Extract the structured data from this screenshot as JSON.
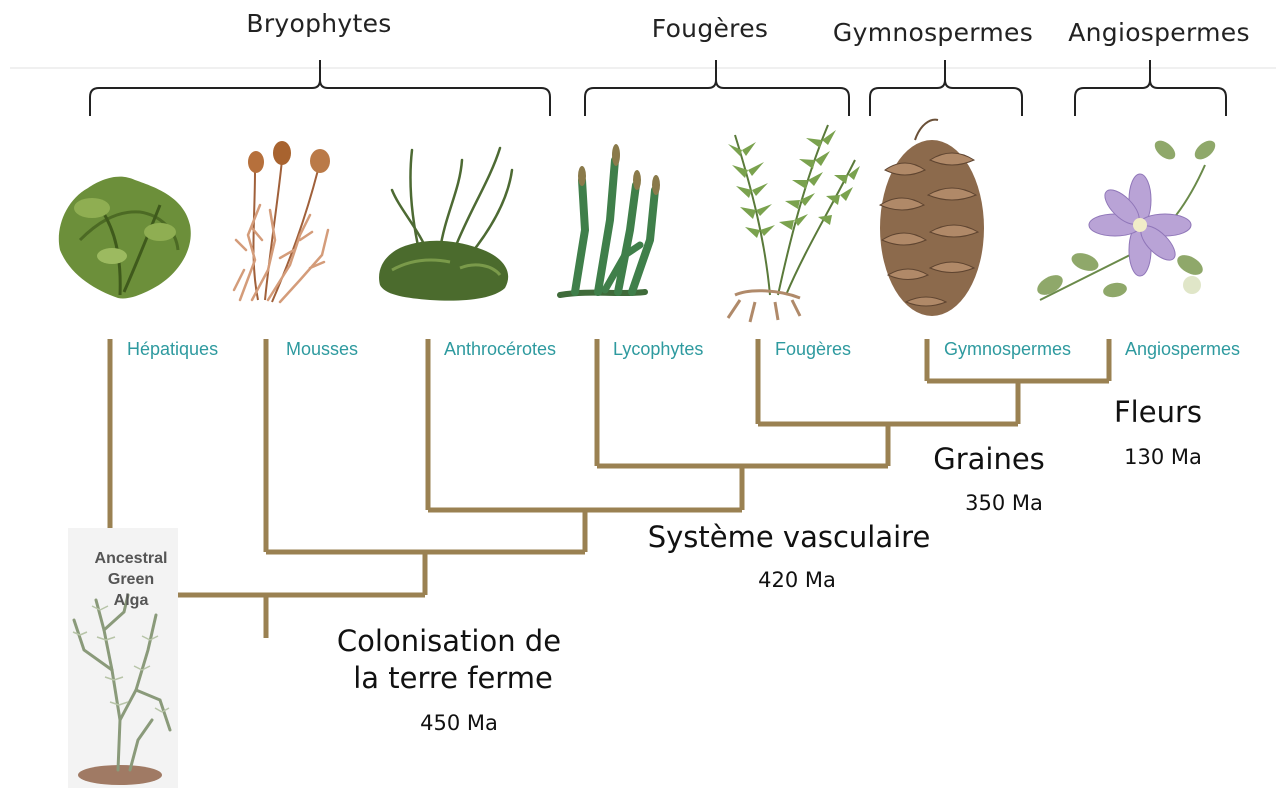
{
  "groups": {
    "bryophytes": "Bryophytes",
    "fougeres": "Fougères",
    "gymnospermes": "Gymnospermes",
    "angiospermes": "Angiospermes"
  },
  "taxa": {
    "hepatiques": "Hépatiques",
    "mousses": "Mousses",
    "anthocerotes": "Anthrocérotes",
    "lycophytes": "Lycophytes",
    "fougeres": "Fougères",
    "gymnospermes": "Gymnospermes",
    "angiospermes": "Angiospermes"
  },
  "ancestor": {
    "line1": "Ancestral",
    "line2": "Green",
    "line3": "Alga"
  },
  "events": {
    "colonisation": {
      "line1": "Colonisation de",
      "line2": "la terre ferme",
      "age": "450 Ma"
    },
    "vasculaire": {
      "label": "Système vasculaire",
      "age": "420 Ma"
    },
    "graines": {
      "label": "Graines",
      "age": "350 Ma"
    },
    "fleurs": {
      "label": "Fleurs",
      "age": "130 Ma"
    }
  },
  "colors": {
    "tree_branch": "#9a8152",
    "taxon_label": "#2e9a9f",
    "bracket": "#222222"
  },
  "illustrations": [
    "liverwort-illustration",
    "moss-illustration",
    "hornwort-illustration",
    "clubmoss-illustration",
    "fern-illustration",
    "pine-cone-illustration",
    "clematis-flower-illustration",
    "green-alga-illustration"
  ]
}
